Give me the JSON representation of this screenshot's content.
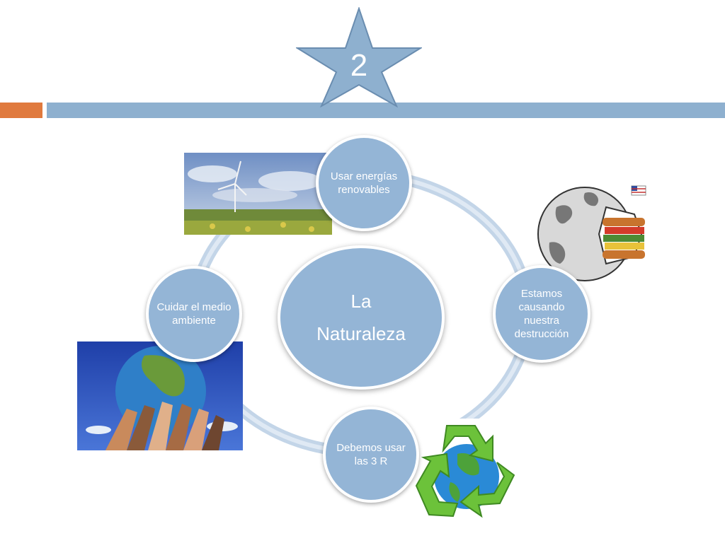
{
  "slide_number": "2",
  "center_label": {
    "line1": "La",
    "line2": "Naturaleza"
  },
  "nodes": [
    {
      "label": "Usar energías renovables"
    },
    {
      "label": "Estamos causando nuestra destrucción"
    },
    {
      "label": "Debemos usar las 3 R"
    },
    {
      "label": "Cuidar el medio ambiente"
    }
  ],
  "images": {
    "wind_turbine": "wind-turbine-photo",
    "earth_eating_burger": "earth-eating-burger-cartoon",
    "hands_globe": "hands-holding-globe-photo",
    "recycle_globe": "recycle-globe-icon"
  },
  "colors": {
    "accent": "#e07a3e",
    "bar": "#8eb0cf",
    "node_fill": "#94b5d6",
    "ring": "#c3d5e8",
    "star_fill": "#8eb0cf",
    "recycle_green": "#6cc23a"
  }
}
